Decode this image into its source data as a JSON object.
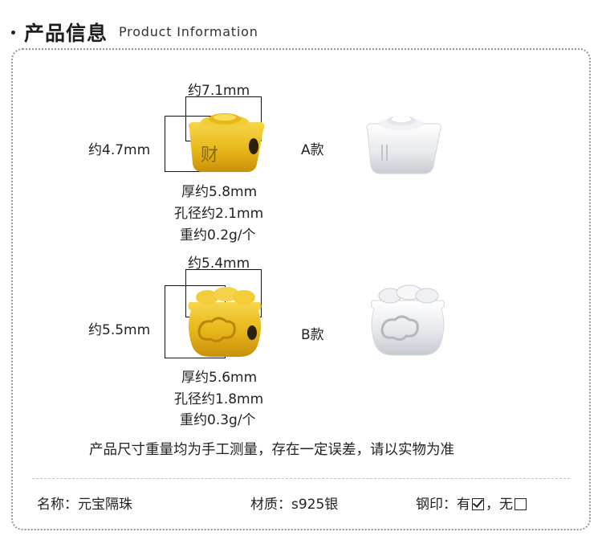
{
  "header": {
    "title_cn": "产品信息",
    "title_en": "Product Information"
  },
  "product_a": {
    "width": "约7.1mm",
    "height": "约4.7mm",
    "label": "A款",
    "thickness": "厚约5.8mm",
    "hole": "孔径约2.1mm",
    "weight": "重约0.2g/个",
    "glyph": "财"
  },
  "product_b": {
    "width": "约5.4mm",
    "height": "约5.5mm",
    "label": "B款",
    "thickness": "厚约5.6mm",
    "hole": "孔径约1.8mm",
    "weight": "重约0.3g/个"
  },
  "note": "产品尺寸重量均为手工测量，存在一定误差，请以实物为准",
  "footer": {
    "name_label": "名称：",
    "name_value": "元宝隔珠",
    "material_label": "材质：",
    "material_value": "s925银",
    "stamp_label": "钢印：",
    "stamp_yes": "有",
    "stamp_sep": "，",
    "stamp_no": "无",
    "stamp_checked": true
  },
  "colors": {
    "gold": "#e8b81a",
    "gold_dark": "#c9900a",
    "silver": "#e6e8ec",
    "silver_dark": "#b9bdc4",
    "frame": "#8f97a6"
  }
}
